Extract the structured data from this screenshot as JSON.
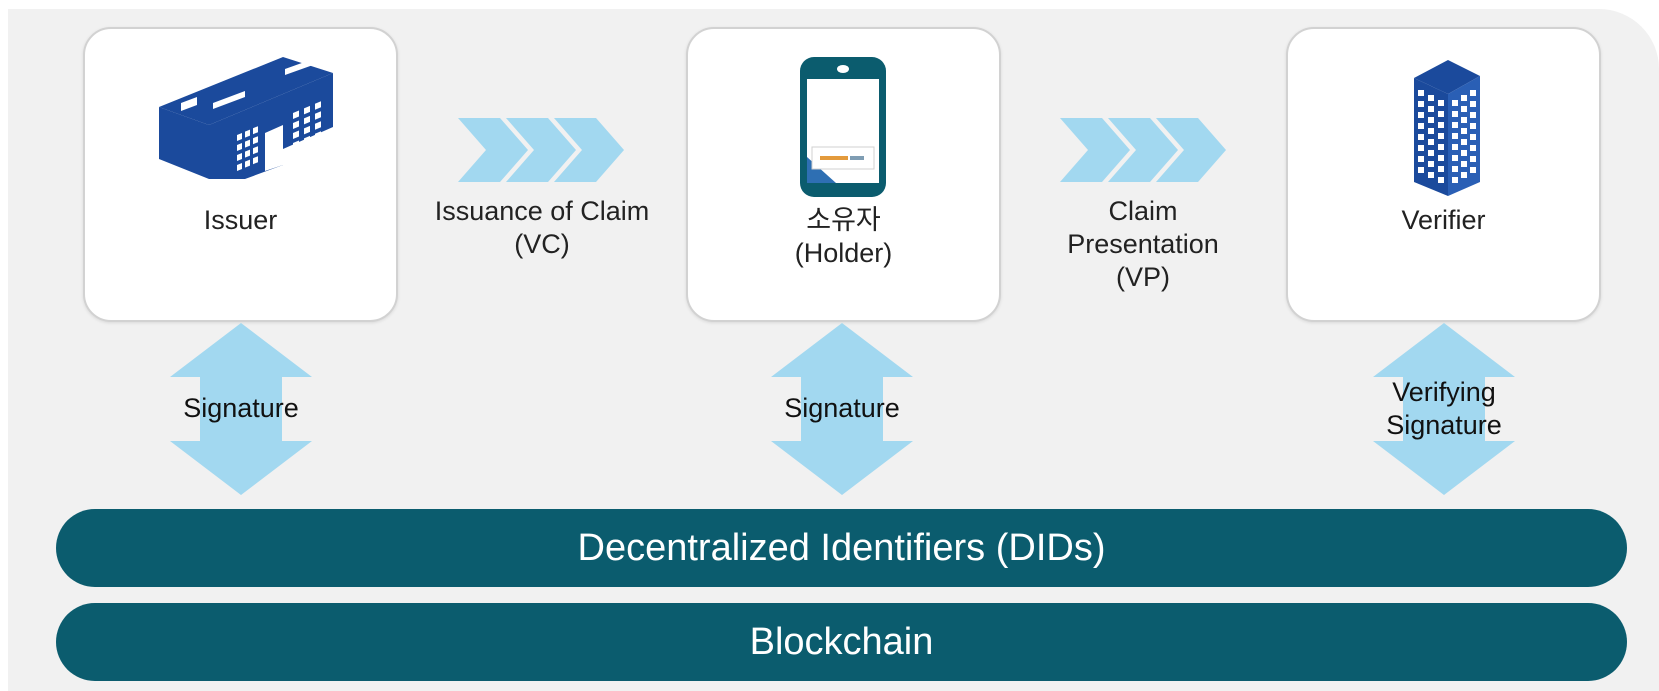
{
  "colors": {
    "panel": "#f1f1f1",
    "card_border": "#d2d2d2",
    "arrow_light_blue": "#a2d8f0",
    "band_teal": "#0b5c6e",
    "building_blue": "#1b4a9c",
    "phone_teal": "#0b5c6e"
  },
  "nodes": {
    "issuer": {
      "label": "Issuer",
      "icon": "office-building-icon"
    },
    "holder": {
      "label": "소유자\n(Holder)",
      "icon": "smartphone-icon"
    },
    "verifier": {
      "label": "Verifier",
      "icon": "tower-building-icon"
    }
  },
  "flows": {
    "issuance": {
      "label": "Issuance of Claim\n(VC)",
      "icon": "triple-chevron-arrow-icon"
    },
    "presentation": {
      "label": "Claim\nPresentation\n(VP)",
      "icon": "triple-chevron-arrow-icon"
    }
  },
  "links": {
    "issuer_signature": "Signature",
    "holder_signature": "Signature",
    "verifier_signature": "Verifying\nSignature"
  },
  "layers": {
    "dids": "Decentralized Identifiers (DIDs)",
    "blockchain": "Blockchain"
  }
}
